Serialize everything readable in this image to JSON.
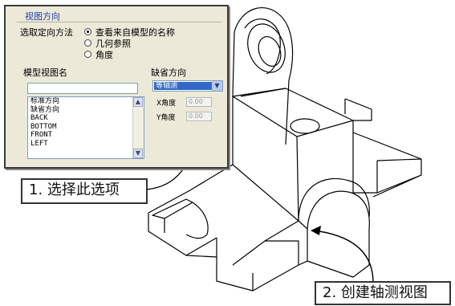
{
  "dialog": {
    "group_title": "视图方向",
    "method_label": "选取定向方法",
    "methods": [
      "查看来自模型的名称",
      "几何参照",
      "角度"
    ],
    "model_view_label": "模型视图名",
    "model_view_value": "",
    "views": [
      "标准方向",
      "缺省方向",
      "BACK",
      "BOTTOM",
      "FRONT",
      "LEFT"
    ],
    "default_dir_label": "缺省方向",
    "default_dir_value": "等轴测",
    "x_angle_label": "X角度",
    "y_angle_label": "Y角度",
    "x_angle_value": "0.00",
    "y_angle_value": "0.00",
    "scroll_up": "▲",
    "scroll_down": "▼",
    "dropdown_arrow": "▼"
  },
  "callouts": {
    "select_option": "1. 选择此选项",
    "create_iso_view": "2. 创建轴测视图"
  },
  "colors": {
    "selection": "#316ac5",
    "dialog_bg": "#ece9d8",
    "group_title": "#1b3fb0"
  }
}
